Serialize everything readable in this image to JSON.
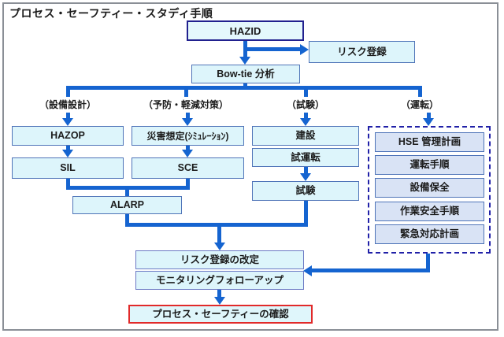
{
  "title": "プロセス・セーフティー・スタディ手順",
  "colors": {
    "arrow_blue": "#1564d0",
    "box_fill": "#ddf5fb",
    "box_border": "#4f74b8",
    "hazid_border": "#21218f",
    "operation_box_fill": "#d9e3f5",
    "dashed_border": "#2121a8",
    "final_border": "#e12a2a",
    "frame_border": "#8a8f96"
  },
  "nodes": {
    "hazid": "HAZID",
    "risk_register": "リスク登録",
    "bowtie": "Bow-tie 分析",
    "hazop": "HAZOP",
    "sil": "SIL",
    "disaster_simulation": "災害想定(ｼﾐｭﾚｰｼｮﾝ)",
    "sce": "SCE",
    "construction": "建設",
    "commissioning": "試運転",
    "test": "試験",
    "alarp": "ALARP",
    "risk_revision": "リスク登録の改定",
    "monitoring": "モニタリングフォローアップ",
    "final_confirmation": "プロセス・セーフティーの確認"
  },
  "branch_labels": {
    "design": "（設備設計）",
    "prevention": "（予防・軽減対策）",
    "test": "（試験）",
    "operation": "（運転）"
  },
  "operation_items": [
    "HSE 管理計画",
    "運転手順",
    "設備保全",
    "作業安全手順",
    "緊急対応計画"
  ]
}
